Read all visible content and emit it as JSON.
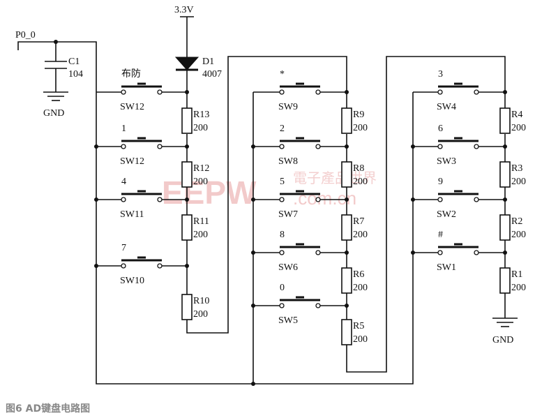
{
  "figure": {
    "caption": "图6   AD键盘电路图",
    "watermark_logo": "EEPW",
    "watermark_domain": ".com.cn",
    "watermark_cn": "電子產品世界"
  },
  "nets": {
    "vcc": "3.3V",
    "input": "P0_0",
    "gnd_left": "GND",
    "gnd_right": "GND"
  },
  "capacitor": {
    "ref": "C1",
    "value": "104"
  },
  "diode": {
    "ref": "D1",
    "value": "4007"
  },
  "resistors": [
    {
      "ref": "R13",
      "value": "200"
    },
    {
      "ref": "R12",
      "value": "200"
    },
    {
      "ref": "R11",
      "value": "200"
    },
    {
      "ref": "R10",
      "value": "200"
    },
    {
      "ref": "R9",
      "value": "200"
    },
    {
      "ref": "R8",
      "value": "200"
    },
    {
      "ref": "R7",
      "value": "200"
    },
    {
      "ref": "R6",
      "value": "200"
    },
    {
      "ref": "R5",
      "value": "200"
    },
    {
      "ref": "R4",
      "value": "200"
    },
    {
      "ref": "R3",
      "value": "200"
    },
    {
      "ref": "R2",
      "value": "200"
    },
    {
      "ref": "R1",
      "value": "200"
    }
  ],
  "switches": [
    {
      "ref": "SW12",
      "key": "布防"
    },
    {
      "ref": "SW12",
      "key": "1"
    },
    {
      "ref": "SW11",
      "key": "4"
    },
    {
      "ref": "SW10",
      "key": "7"
    },
    {
      "ref": "SW9",
      "key": "*"
    },
    {
      "ref": "SW8",
      "key": "2"
    },
    {
      "ref": "SW7",
      "key": "5"
    },
    {
      "ref": "SW6",
      "key": "8"
    },
    {
      "ref": "SW5",
      "key": "0"
    },
    {
      "ref": "SW4",
      "key": "3"
    },
    {
      "ref": "SW3",
      "key": "6"
    },
    {
      "ref": "SW2",
      "key": "9"
    },
    {
      "ref": "SW1",
      "key": "#"
    }
  ]
}
